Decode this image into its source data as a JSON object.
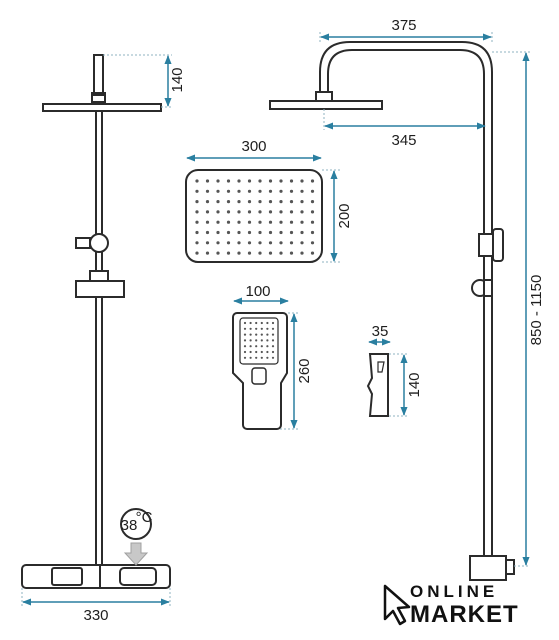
{
  "colors": {
    "outline": "#2b2b2b",
    "dimension_line": "#2a7fa0",
    "dotted_guide": "#8fb3c2",
    "background": "#ffffff"
  },
  "dimensions": {
    "left_head_height": "140",
    "right_arm_reach": "375",
    "right_arm_inner": "345",
    "head_plate_width": "300",
    "head_plate_depth": "200",
    "hand_shower_width": "100",
    "hand_shower_length": "260",
    "holder_width": "35",
    "holder_height": "140",
    "total_height": "850 - 1150",
    "thermostat_width": "330"
  },
  "display": {
    "temperature": "38",
    "unit": "°C"
  },
  "logo": {
    "line1": "ONLINE",
    "line2": "MARKET",
    "icon": "cursor-arrow-icon"
  }
}
